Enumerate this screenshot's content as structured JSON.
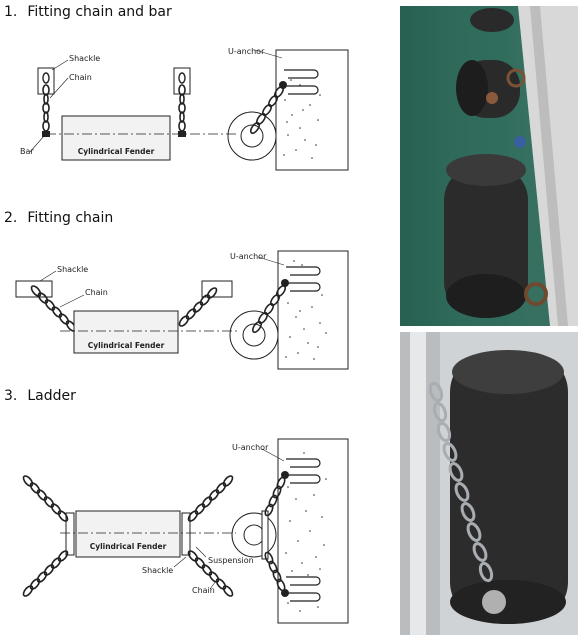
{
  "sections": [
    {
      "number": "1.",
      "title": "Fitting chain and bar",
      "labels": {
        "shackle": "Shackle",
        "chain": "Chain",
        "bar": "Bar",
        "fender": "Cylindrical Fender",
        "anchor": "U-anchor"
      }
    },
    {
      "number": "2.",
      "title": "Fitting chain",
      "labels": {
        "shackle": "Shackle",
        "chain": "Chain",
        "fender": "Cylindrical Fender",
        "anchor": "U-anchor"
      }
    },
    {
      "number": "3.",
      "title": "Ladder",
      "labels": {
        "anchor": "U-anchor",
        "fender": "Cylindrical Fender",
        "suspension": "Suspension",
        "shackle": "Shackle",
        "chain": "Chain"
      }
    }
  ],
  "colors": {
    "line": "#222222",
    "fender_fill": "#f2f2f2",
    "water": "#2f6a5a",
    "fender_rubber": "#2a2a2a",
    "wall": "#d8d8d8"
  }
}
